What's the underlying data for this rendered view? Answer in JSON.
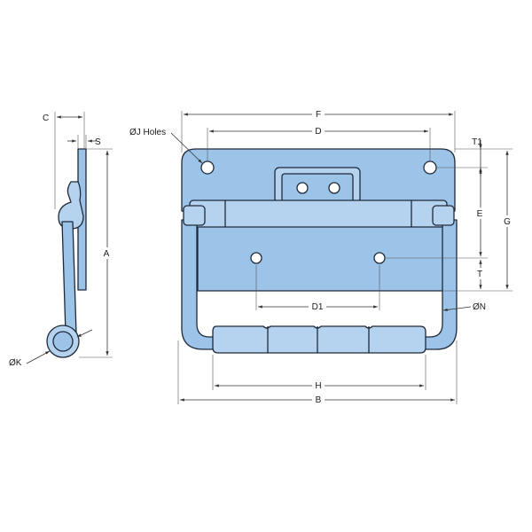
{
  "colors": {
    "body_fill": "#9cc3e8",
    "body_light": "#c2dcf3",
    "body_dark": "#7aa8d4",
    "outline": "#1f2a3a"
  },
  "labels": {
    "F": "F",
    "D": "D",
    "T1": "T1",
    "E": "E",
    "G": "G",
    "T": "T",
    "D1": "D1",
    "N": "ØN",
    "H": "H",
    "B": "B",
    "J": "ØJ Holes",
    "C": "C",
    "S": "S",
    "A": "A",
    "K": "ØK"
  }
}
